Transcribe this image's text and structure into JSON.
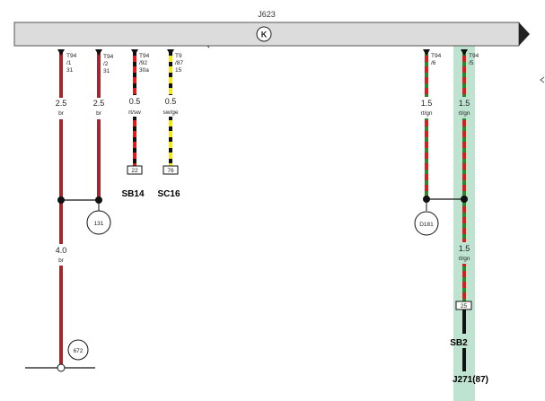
{
  "component": {
    "title": "J623",
    "symbol": "K"
  },
  "pins": {
    "p1": {
      "t1": "T94",
      "t2": "/1",
      "t3": "31"
    },
    "p2": {
      "t1": "T94",
      "t2": "/2",
      "t3": "31"
    },
    "p3": {
      "t1": "T94",
      "t2": "/92",
      "t3": "30a"
    },
    "p4": {
      "t1": "T9",
      "t2": "/87",
      "t3": "15"
    },
    "p5": {
      "t1": "T94",
      "t2": "/6"
    },
    "p6": {
      "t1": "T94",
      "t2": "/5"
    }
  },
  "wires": {
    "w1": {
      "size": "2.5",
      "color": "br"
    },
    "w2": {
      "size": "2.5",
      "color": "br"
    },
    "w3": {
      "size": "0.5",
      "color": "rt/sw"
    },
    "w4": {
      "size": "0.5",
      "color": "sw/ge"
    },
    "w5": {
      "size": "1.5",
      "color": "rt/gn"
    },
    "w6": {
      "size": "1.5",
      "color": "rt/gn"
    },
    "w7": {
      "size": "4.0",
      "color": "br"
    },
    "w8": {
      "size": "1.5",
      "color": "rt/gn"
    }
  },
  "terminals": {
    "b3": "22",
    "b4": "76",
    "b6": "25"
  },
  "fuses": {
    "sb14": "SB14",
    "sc16": "SC16",
    "sb2": "SB2"
  },
  "grounds": {
    "g131": "131",
    "gd181": "D181",
    "g672": "672"
  },
  "relay": {
    "label": "J271(87)"
  },
  "colors": {
    "brown": "#a0282e",
    "red": "#e01919",
    "green": "#2a8a2a",
    "yellow": "#f4e81a",
    "black": "#111111",
    "highlight": "#bfe3d1",
    "bar": "#dcdcdc"
  }
}
